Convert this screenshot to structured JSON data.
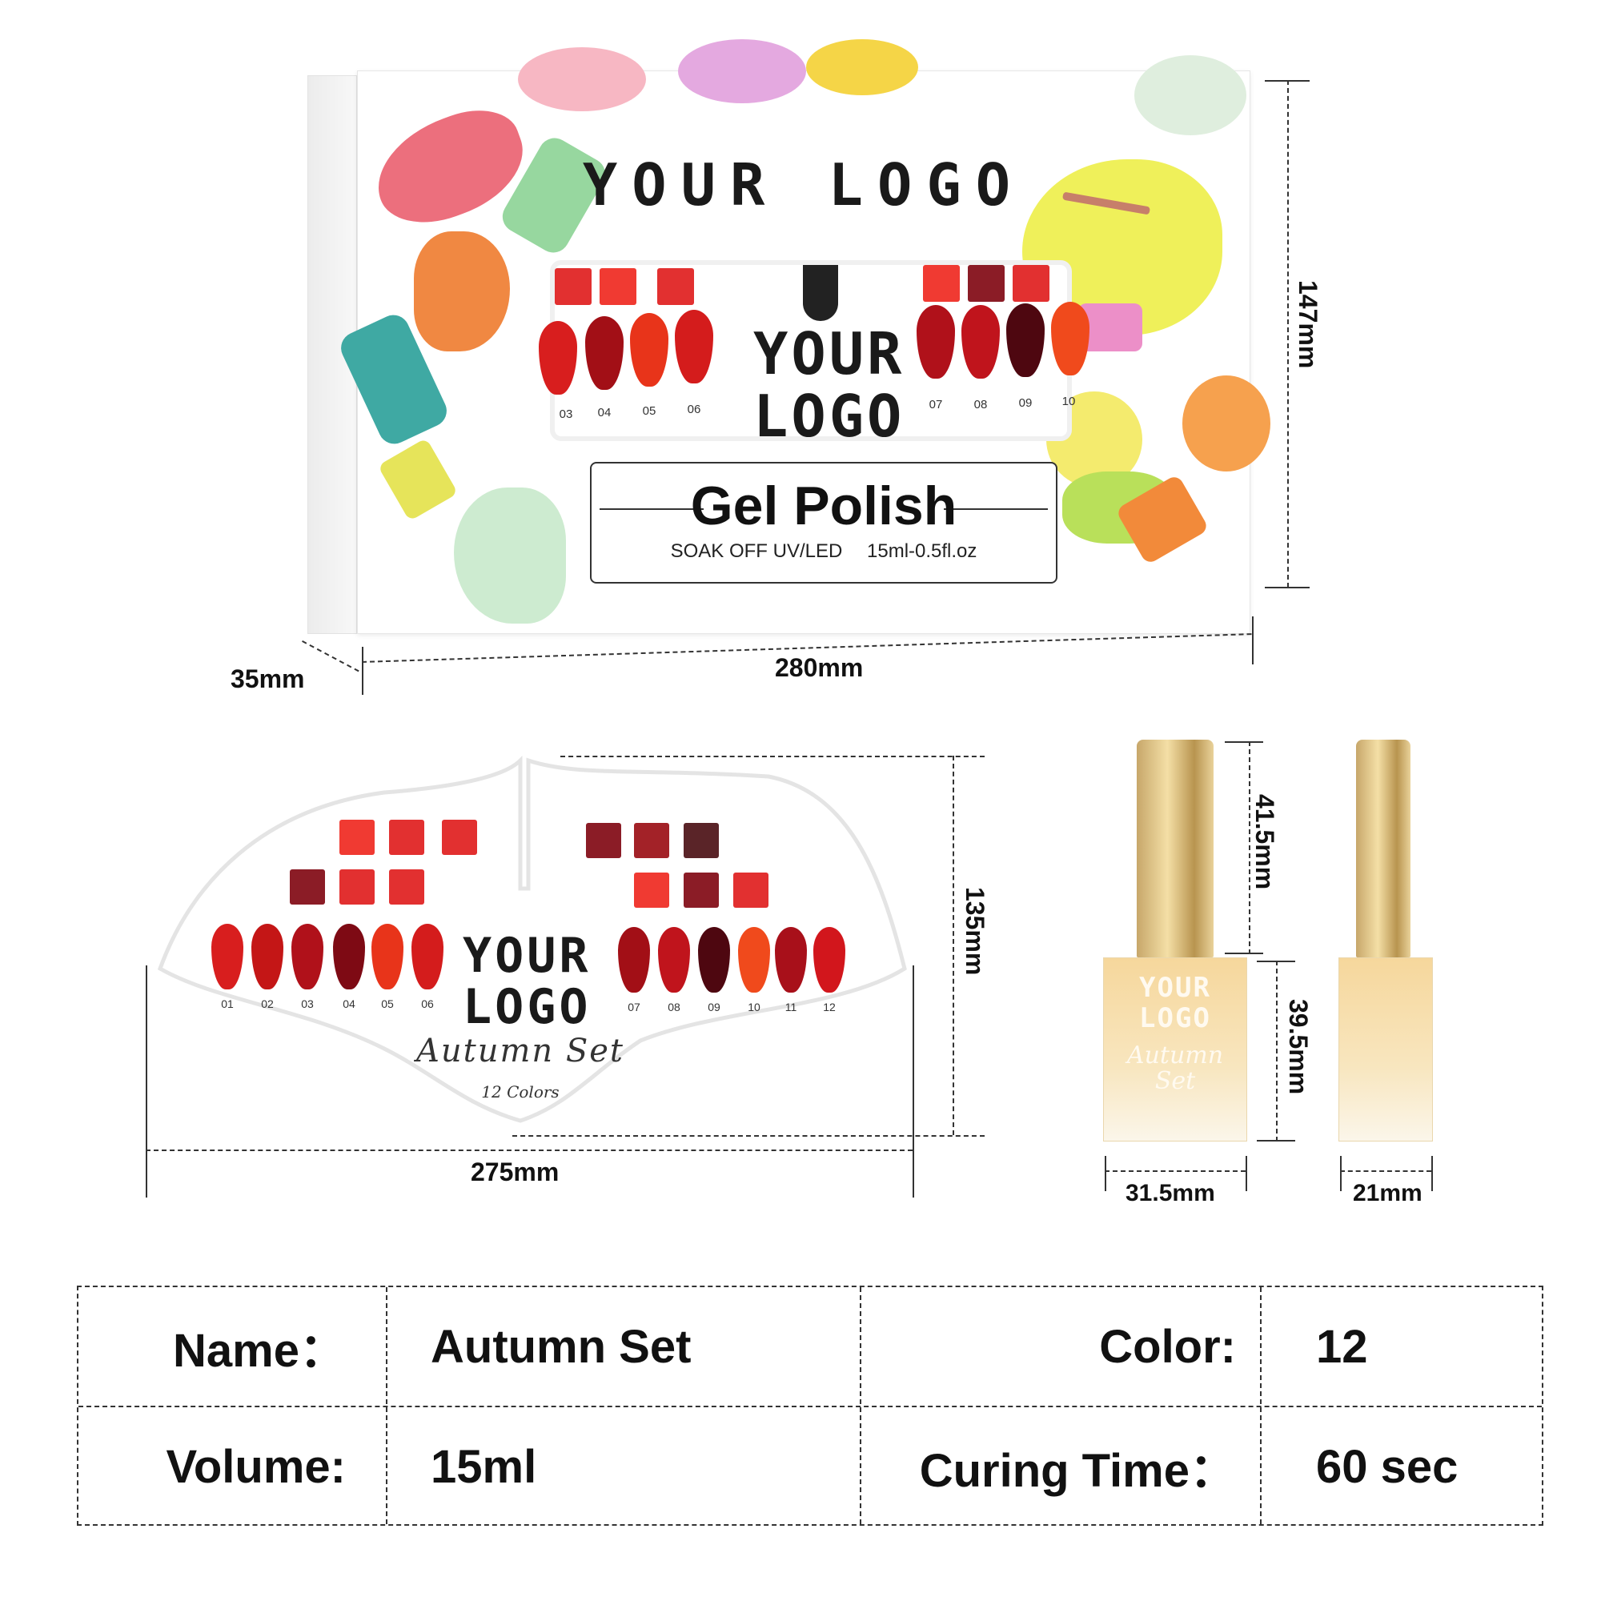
{
  "box": {
    "logo": "YOUR LOGO",
    "window_logo_line1": "YOUR",
    "window_logo_line2": "LOGO",
    "window_nail_numbers": [
      "03",
      "04",
      "05",
      "06",
      "07",
      "08",
      "09",
      "10"
    ],
    "label_title": "Gel Polish",
    "label_soak": "SOAK OFF UV/LED",
    "label_volume": "15ml-0.5fl.oz",
    "depth": "35mm",
    "width": "280mm",
    "height": "147mm"
  },
  "tray": {
    "logo_line1": "YOUR",
    "logo_line2": "LOGO",
    "title": "Autumn Set",
    "subtitle": "12 Colors",
    "nail_numbers": [
      "01",
      "02",
      "03",
      "04",
      "05",
      "06",
      "07",
      "08",
      "09",
      "10",
      "11",
      "12"
    ],
    "width": "275mm",
    "height": "135mm"
  },
  "bottle": {
    "logo_line1": "YOUR",
    "logo_line2": "LOGO",
    "set_line1": "Autumn",
    "set_line2": "Set",
    "cap_height": "41.5mm",
    "body_height": "39.5mm",
    "width_front": "31.5mm",
    "width_side": "21mm"
  },
  "spec": {
    "name_label": "Name：",
    "name_value": "Autumn Set",
    "color_label": "Color:",
    "color_value": "12",
    "volume_label": "Volume:",
    "volume_value": "15ml",
    "curing_label": "Curing Time：",
    "curing_value": "60 sec"
  },
  "colors": {
    "nails": [
      "#d81e1e",
      "#c41616",
      "#b0111a",
      "#7e0a14",
      "#e8341a",
      "#d41c1c",
      "#a20f16",
      "#c0141c",
      "#4e0710",
      "#f04a1c",
      "#a8101a",
      "#d2161c"
    ],
    "squares": [
      "#e23030",
      "#8b1c26",
      "#5a2428",
      "#f03a32"
    ]
  }
}
